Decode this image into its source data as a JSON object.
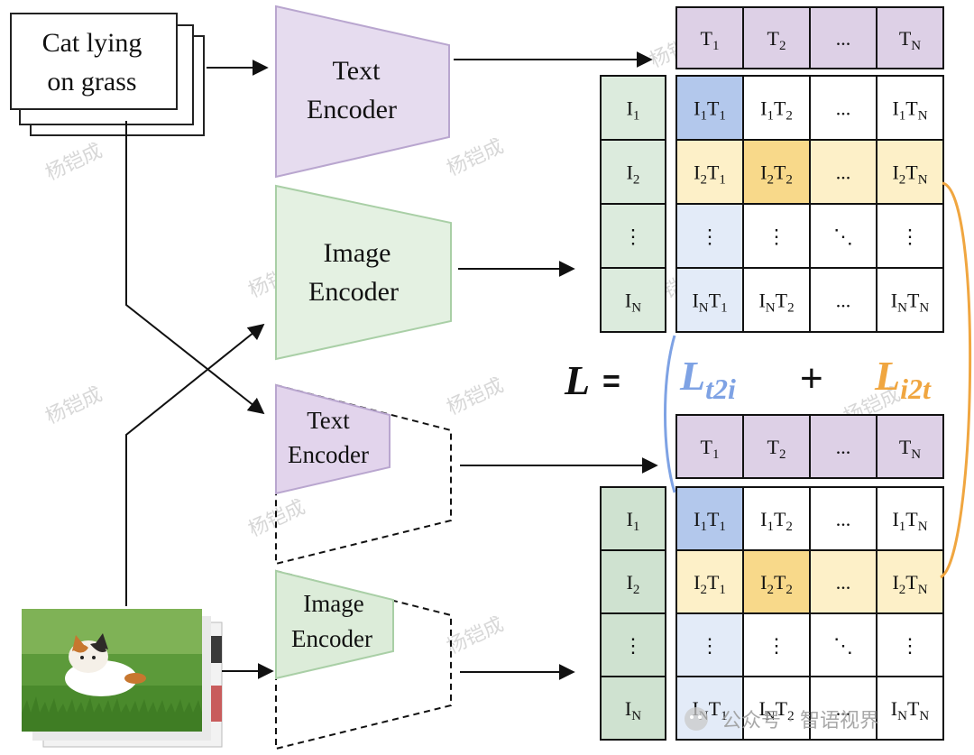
{
  "caption": {
    "line1": "Cat lying",
    "line2": "on grass"
  },
  "encoders": {
    "text_top": {
      "line1": "Text",
      "line2": "Encoder"
    },
    "image_top": {
      "line1": "Image",
      "line2": "Encoder"
    },
    "text_bottom": {
      "line1": "Text",
      "line2": "Encoder"
    },
    "image_bottom": {
      "line1": "Image",
      "line2": "Encoder"
    }
  },
  "matrix": {
    "text_header": [
      {
        "base": "T",
        "sub": "1"
      },
      {
        "base": "T",
        "sub": "2"
      },
      {
        "base": "...",
        "sub": ""
      },
      {
        "base": "T",
        "sub": "N"
      }
    ],
    "image_header": [
      {
        "base": "I",
        "sub": "1"
      },
      {
        "base": "I",
        "sub": "2"
      },
      {
        "base": "⋮",
        "sub": ""
      },
      {
        "base": "I",
        "sub": "N"
      }
    ],
    "cells": [
      [
        {
          "a": "I",
          "as": "1",
          "b": "T",
          "bs": "1"
        },
        {
          "a": "I",
          "as": "1",
          "b": "T",
          "bs": "2"
        },
        {
          "a": "...",
          "as": "",
          "b": "",
          "bs": ""
        },
        {
          "a": "I",
          "as": "1",
          "b": "T",
          "bs": "N"
        }
      ],
      [
        {
          "a": "I",
          "as": "2",
          "b": "T",
          "bs": "1"
        },
        {
          "a": "I",
          "as": "2",
          "b": "T",
          "bs": "2"
        },
        {
          "a": "...",
          "as": "",
          "b": "",
          "bs": ""
        },
        {
          "a": "I",
          "as": "2",
          "b": "T",
          "bs": "N"
        }
      ],
      [
        {
          "a": "⋮",
          "as": "",
          "b": "",
          "bs": ""
        },
        {
          "a": "⋮",
          "as": "",
          "b": "",
          "bs": ""
        },
        {
          "a": "⋱",
          "as": "",
          "b": "",
          "bs": ""
        },
        {
          "a": "⋮",
          "as": "",
          "b": "",
          "bs": ""
        }
      ],
      [
        {
          "a": "I",
          "as": "N",
          "b": "T",
          "bs": "1"
        },
        {
          "a": "I",
          "as": "N",
          "b": "T",
          "bs": "2"
        },
        {
          "a": "...",
          "as": "",
          "b": "",
          "bs": ""
        },
        {
          "a": "I",
          "as": "N",
          "b": "T",
          "bs": "N"
        }
      ]
    ]
  },
  "loss": {
    "lhs": "L",
    "equals": "=",
    "t2i_base": "L",
    "t2i_sub": "t2i",
    "plus": "+",
    "i2t_base": "L",
    "i2t_sub": "i2t"
  },
  "watermark": {
    "text": "杨铠成",
    "footer": "公众号 · 智语视界"
  },
  "colors": {
    "text_encoder_fill": "#e6dcef",
    "text_encoder_stroke": "#b9a6cf",
    "image_encoder_fill": "#e4f1e2",
    "image_encoder_stroke": "#a9cfa6",
    "text_header_fill": "#ddd0e6",
    "image_header_fill": "#dcebdd",
    "image_header_fill_dark": "#cfe2d0",
    "diag_blue": "#b3c8ec",
    "col_blue": "#e3ebf8",
    "row_yellow": "#fdf0c8",
    "diag_yellow": "#f8d98a",
    "loss_blue": "#7ea2e4",
    "loss_orange": "#f0a640",
    "ink": "#111111"
  }
}
